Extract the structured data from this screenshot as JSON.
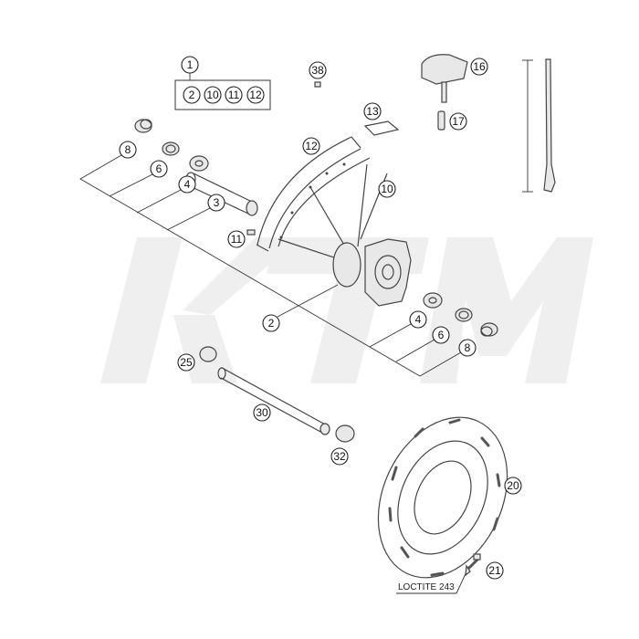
{
  "watermark": {
    "logo_text": "KTM"
  },
  "callouts": {
    "c1": "1",
    "kit2": "2",
    "kit10": "10",
    "kit11": "11",
    "kit12": "12",
    "c38": "38",
    "c16": "16",
    "c13": "13",
    "c17": "17",
    "c12": "12",
    "c10": "10",
    "c8l": "8",
    "c6l": "6",
    "c4l": "4",
    "c3": "3",
    "c11": "11",
    "c2": "2",
    "c4r": "4",
    "c6r": "6",
    "c8r": "8",
    "c25": "25",
    "c30": "30",
    "c32": "32",
    "c20": "20",
    "c21": "21"
  },
  "notes": {
    "loctite": "LOCTITE 243"
  }
}
